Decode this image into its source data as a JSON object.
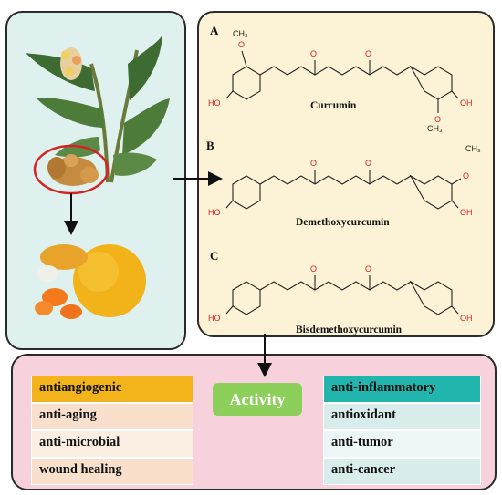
{
  "compounds": [
    {
      "letter": "A",
      "name": "Curcumin"
    },
    {
      "letter": "B",
      "name": "Demethoxycurcumin"
    },
    {
      "letter": "C",
      "name": "Bisdemethoxycurcumin"
    }
  ],
  "atoms": {
    "oxygen": "O",
    "hydroxyl": "HO",
    "hydroxyl_right": "OH",
    "methyl": "CH₃"
  },
  "activity_label": "Activity",
  "left_activities": [
    "antiangiogenic",
    "anti-aging",
    "anti-microbial",
    "wound healing"
  ],
  "right_activities": [
    "anti-inflammatory",
    "antioxidant",
    "anti-tumor",
    "anti-cancer"
  ],
  "colors": {
    "plant_panel_bg": "#dff1ee",
    "structure_panel_bg": "#fcf2d6",
    "activity_panel_bg": "#f7d2dc",
    "left_header": "#f2b31b",
    "left_rows": "#f8e0cd",
    "right_header": "#22b5ad",
    "right_rows": "#d9ecec",
    "activity_badge": "#8ccf5a",
    "heteroatom": "#d81e1e"
  }
}
